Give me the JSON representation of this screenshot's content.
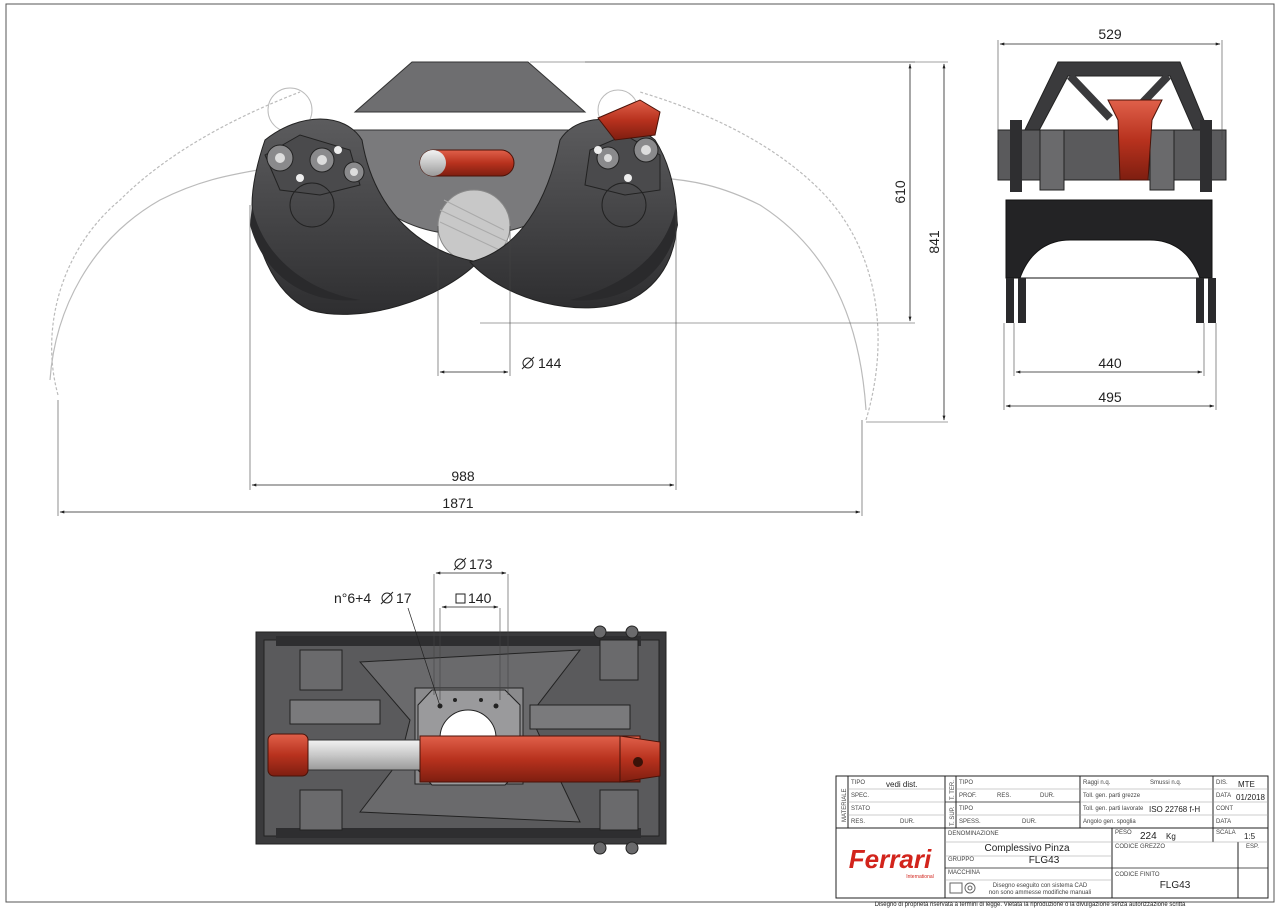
{
  "dimensions": {
    "front_width_1871": "1871",
    "front_width_988": "988",
    "front_diameter_144": "144",
    "front_height_610": "610",
    "front_height_841": "841",
    "side_width_529": "529",
    "side_width_440": "440",
    "side_width_495": "495",
    "top_diameter_173": "173",
    "top_square_140": "140",
    "top_holes": "n°6+4",
    "top_hole_dia": "17"
  },
  "title_block": {
    "materiale": "MATERIALE",
    "tipo_label": "TIPO",
    "tipo_value": "vedi dist.",
    "spec_label": "SPEC.",
    "stato_label": "STATO",
    "res_label": "RES.",
    "dur_label": "DUR.",
    "t_ter": "T. TER.",
    "t_sup": "T. SUP.",
    "tipo2_label": "TIPO",
    "prof_label": "PROF.",
    "res2_label": "RES.",
    "dur2_label": "DUR.",
    "tipo3_label": "TIPO",
    "spess_label": "SPESS.",
    "dur3_label": "DUR.",
    "raggi": "Raggi n.q.",
    "smussi": "Smussi n.q.",
    "toll_grezzo": "Toll. gen. parti grezze",
    "toll_lavorate": "Toll. gen. parti lavorate",
    "toll_lavorate_value": "ISO 22768 f-H",
    "angolo": "Angolo gen. spoglia",
    "dis_label": "DIS.",
    "dis_value": "MTE",
    "data_label": "DATA",
    "data_value": "01/2018",
    "cont_label": "CONT",
    "data2_label": "DATA",
    "denominazione_label": "DENOMINAZIONE",
    "denominazione_value": "Complessivo Pinza",
    "gruppo_label": "GRUPPO",
    "gruppo_value": "FLG43",
    "macchina_label": "MACCHINA",
    "peso_label": "PESO",
    "peso_value": "224",
    "peso_unit": "Kg",
    "scala_label": "SCALA",
    "scala_value": "1:5",
    "codice_grezzo_label": "CODICE GREZZO",
    "esp_label": "ESP.",
    "codice_finito_label": "CODICE FINITO",
    "codice_finito_value": "FLG43",
    "cad_note_1": "Disegno eseguito con sistema CAD",
    "cad_note_2": "non sono ammesse modifiche manuali",
    "logo_text": "Ferrari",
    "logo_sub": "International",
    "footer": "Disegno di proprietà riservata a termini di legge. Vietata la riproduzione o la divulgazione senza autorizzazione scritta"
  },
  "colors": {
    "steel_dark": "#3c3c3e",
    "steel_mid": "#5a5a5c",
    "steel_light": "#8a8a8c",
    "cylinder_red": "#b8321e",
    "logo_red": "#d2241c"
  }
}
